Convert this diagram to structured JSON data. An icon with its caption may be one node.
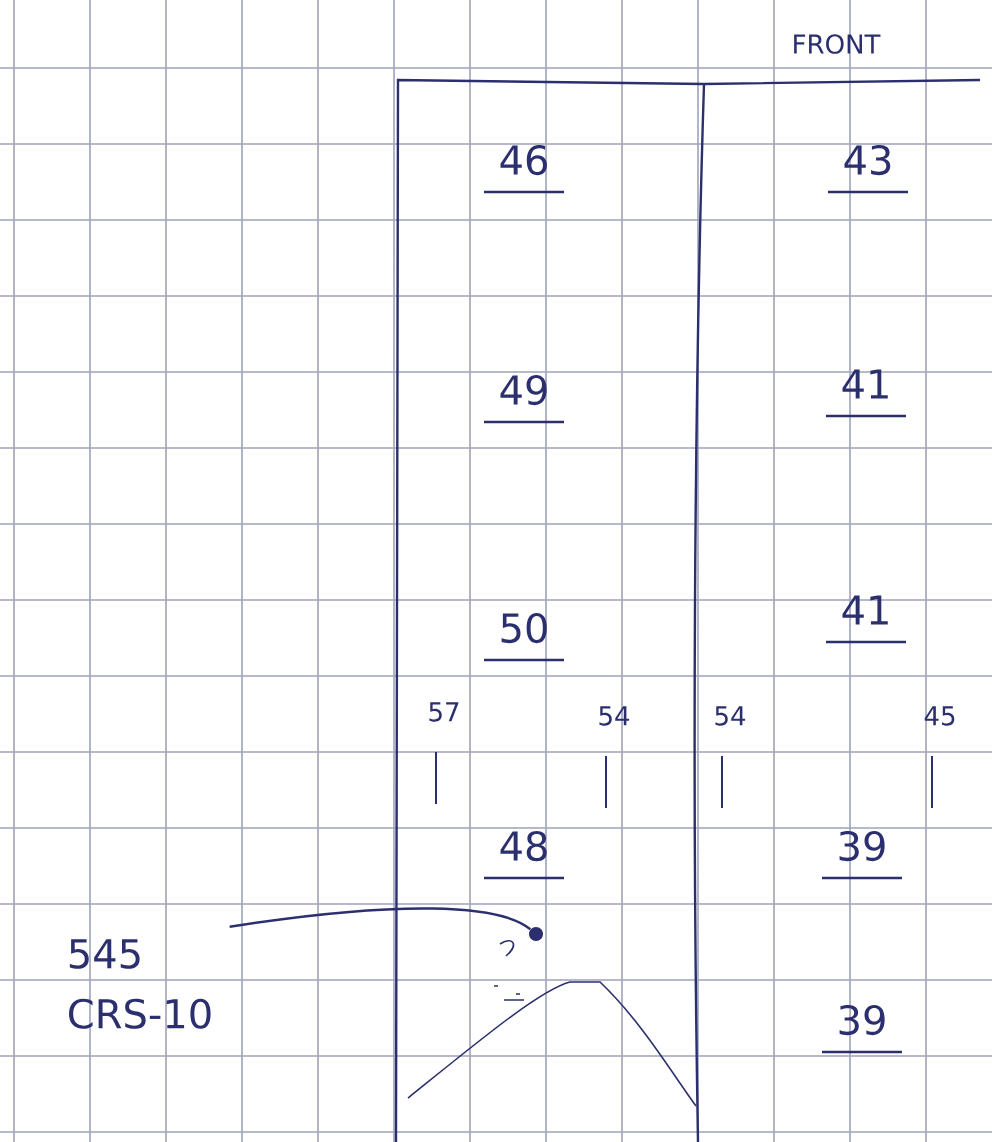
{
  "diagram": {
    "nodes": [
      {
        "text": [
          "545",
          "CRS-10"
        ]
      },
      {
        "text": [],
        "shape": "circle"
      }
    ],
    "edges": [
      {
        "from": 0,
        "to": 1,
        "arrow": "none"
      }
    ],
    "labels": [
      "FRONT",
      "46",
      "43",
      "49",
      "41",
      "50",
      "41",
      "57",
      "54",
      "54",
      "45",
      "48",
      "39",
      "39"
    ]
  }
}
